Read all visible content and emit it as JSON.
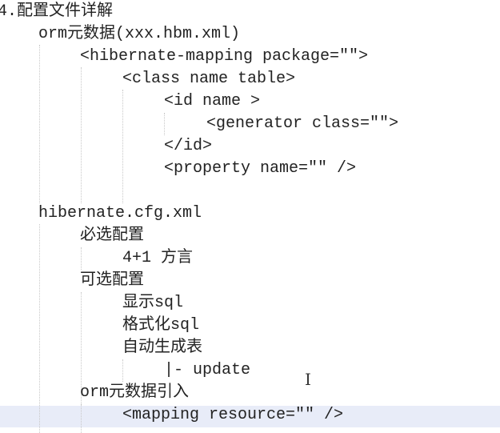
{
  "lines": [
    {
      "text": "4.配置文件详解",
      "indent": 0
    },
    {
      "text": "orm元数据(xxx.hbm.xml)",
      "indent": 1
    },
    {
      "text": "<hibernate-mapping package=\"\">",
      "indent": 2
    },
    {
      "text": "<class name table>",
      "indent": 3
    },
    {
      "text": "<id name >",
      "indent": 4
    },
    {
      "text": "<generator class=\"\">",
      "indent": 5
    },
    {
      "text": "</id>",
      "indent": 4
    },
    {
      "text": "<property name=\"\" />",
      "indent": 4
    },
    {
      "text": "",
      "indent": 0
    },
    {
      "text": "hibernate.cfg.xml",
      "indent": 1
    },
    {
      "text": "必选配置",
      "indent": 2
    },
    {
      "text": "4+1 方言",
      "indent": 3
    },
    {
      "text": "可选配置",
      "indent": 2
    },
    {
      "text": "显示sql",
      "indent": 3
    },
    {
      "text": "格式化sql",
      "indent": 3
    },
    {
      "text": "自动生成表",
      "indent": 3
    },
    {
      "text": "|- update",
      "indent": 4
    },
    {
      "text": "orm元数据引入",
      "indent": 2
    },
    {
      "text": "<mapping resource=\"\" />",
      "indent": 3
    }
  ],
  "current_line_color": "#e8ecf8",
  "cursor_icon": "text-cursor-icon"
}
